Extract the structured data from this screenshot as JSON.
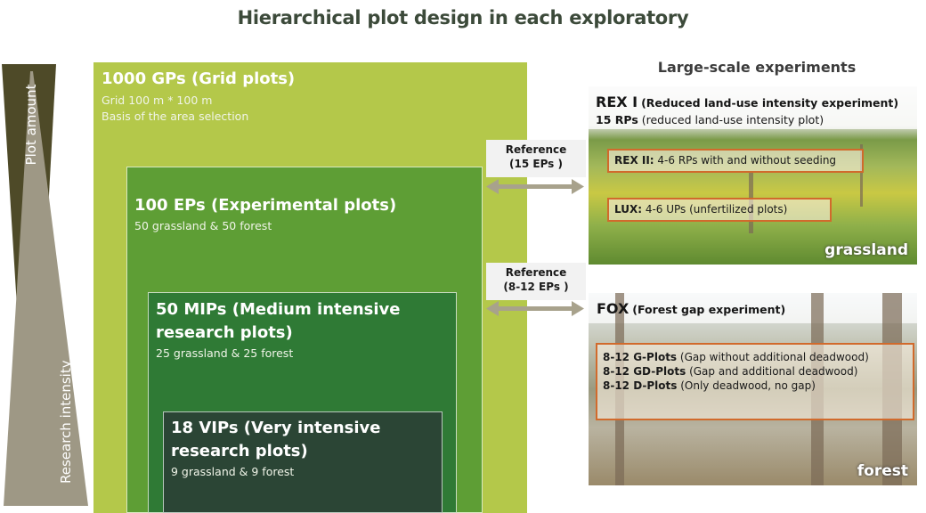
{
  "title": "Hierarchical plot design in each exploratory",
  "side": {
    "plot_amount": "Plot amount",
    "research_intensity": "Research intensity"
  },
  "boxes": {
    "gp": {
      "heading": "1000 GPs (Grid plots)",
      "line1": "Grid 100 m * 100 m",
      "line2": "Basis of the area selection"
    },
    "ep": {
      "heading": "100 EPs (Experimental plots)",
      "line1": "50 grassland & 50 forest"
    },
    "mip": {
      "heading1": "50 MIPs (Medium intensive",
      "heading2": "research plots)",
      "line1": "25 grassland & 25 forest"
    },
    "vip": {
      "heading1": "18 VIPs (Very intensive",
      "heading2": "research plots)",
      "line1": "9 grassland & 9 forest"
    }
  },
  "references": [
    {
      "label": "Reference",
      "sub": "(15 EPs )"
    },
    {
      "label": "Reference",
      "sub": "(8-12 EPs )"
    }
  ],
  "large_scale": {
    "title": "Large-scale experiments",
    "grassland": {
      "rex_title": "REX I",
      "rex_sub": "(Reduced land-use intensity experiment)",
      "rp_bold": "15 RPs",
      "rp_rest": " (reduced land-use intensity plot)",
      "rex2_bold": "REX II:",
      "rex2_rest": " 4-6 RPs with and without seeding",
      "lux_bold": "LUX:",
      "lux_rest": " 4-6 UPs (unfertilized plots)",
      "label": "grassland"
    },
    "forest": {
      "fox_title": "FOX",
      "fox_sub": "(Forest gap experiment)",
      "items": [
        {
          "bold": "8-12 G-Plots",
          "rest": " (Gap without additional deadwood)"
        },
        {
          "bold": "8-12 GD-Plots",
          "rest": " (Gap and additional deadwood)"
        },
        {
          "bold": "8-12 D-Plots",
          "rest": " (Only deadwood, no gap)"
        }
      ],
      "label": "forest"
    }
  },
  "colors": {
    "gp": "#b4c84a",
    "ep": "#5e9e35",
    "mip": "#2f7a35",
    "vip": "#2b4535",
    "plot_amount_wedge": "#4e4a28",
    "research_wedge": "#9e9885",
    "arrow": "#a8a28c",
    "orange_box": "#d16a2c"
  }
}
